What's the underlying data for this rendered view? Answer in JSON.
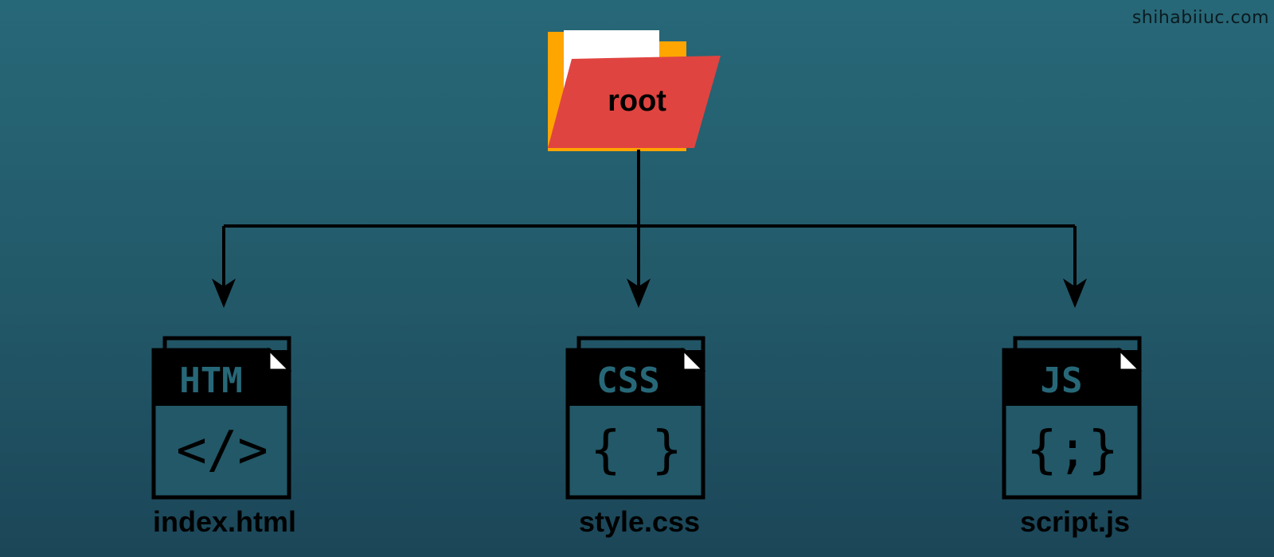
{
  "watermark": "shihabiiuc.com",
  "root": {
    "label": "root",
    "icon": "folder-open-icon",
    "colors": {
      "back": "#FFA500",
      "paper": "#FFFFFF",
      "front": "#E04440"
    }
  },
  "files": [
    {
      "name": "index.html",
      "tag": "HTM",
      "glyph": "</>",
      "icon": "html-file-icon"
    },
    {
      "name": "style.css",
      "tag": "CSS",
      "glyph": "{ }",
      "icon": "css-file-icon"
    },
    {
      "name": "script.js",
      "tag": "JS",
      "glyph": "{;}",
      "icon": "js-file-icon"
    }
  ],
  "colors": {
    "background_top": "#276878",
    "background_bottom": "#1B4658",
    "lines": "#000000"
  }
}
